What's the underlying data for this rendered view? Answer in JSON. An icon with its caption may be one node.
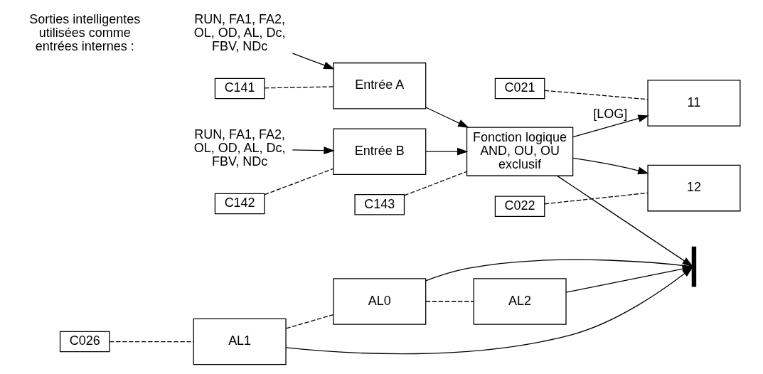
{
  "diagram": {
    "nodes": [
      {
        "text": [
          "RUN, FA1, FA2, OL, OD, AL, Dc, FBV, NDc"
        ]
      },
      {
        "text": [
          "C141"
        ]
      },
      {
        "text": [
          "Entrée A"
        ]
      },
      {
        "text": [
          "RUN, FA1, FA2, OL, OD, AL, Dc, FBV, NDc"
        ]
      },
      {
        "text": [
          "C142"
        ]
      },
      {
        "text": [
          "Entrée B"
        ]
      },
      {
        "text": [
          "C143"
        ]
      },
      {
        "text": [
          "Fonction logique AND, OU, OU exclusif"
        ]
      },
      {
        "text": [
          "C021"
        ]
      },
      {
        "text": [
          "11"
        ]
      },
      {
        "text": [
          "C022"
        ]
      },
      {
        "text": [
          "12"
        ]
      },
      {
        "text": [
          "C026"
        ]
      },
      {
        "text": [
          "AL1"
        ]
      },
      {
        "text": [
          "AL0"
        ]
      },
      {
        "text": [
          "AL2"
        ]
      },
      {
        "text": [],
        "shape": "bar"
      }
    ],
    "edges": [
      {
        "from": 0,
        "to": 2,
        "arrow": "to"
      },
      {
        "from": 1,
        "to": 2,
        "arrow": "none",
        "style": "dashed"
      },
      {
        "from": 3,
        "to": 5,
        "arrow": "to"
      },
      {
        "from": 4,
        "to": 5,
        "arrow": "none",
        "style": "dashed"
      },
      {
        "from": 2,
        "to": 7,
        "arrow": "to"
      },
      {
        "from": 5,
        "to": 7,
        "arrow": "to"
      },
      {
        "from": 6,
        "to": 7,
        "arrow": "none",
        "style": "dashed"
      },
      {
        "from": 7,
        "to": 9,
        "arrow": "to",
        "label": "[LOG]"
      },
      {
        "from": 7,
        "to": 11,
        "arrow": "to"
      },
      {
        "from": 7,
        "to": 16,
        "arrow": "to"
      },
      {
        "from": 8,
        "to": 9,
        "arrow": "none",
        "style": "dashed"
      },
      {
        "from": 10,
        "to": 11,
        "arrow": "none",
        "style": "dashed"
      },
      {
        "from": 12,
        "to": 13,
        "arrow": "none",
        "style": "dashed"
      },
      {
        "from": 13,
        "to": 14,
        "arrow": "none",
        "style": "dashed"
      },
      {
        "from": 14,
        "to": 15,
        "arrow": "none",
        "style": "dashed"
      },
      {
        "from": 13,
        "to": 16,
        "arrow": "to"
      },
      {
        "from": 15,
        "to": 16,
        "arrow": "to"
      },
      {
        "from": 14,
        "to": 16,
        "arrow": "none"
      }
    ],
    "labels": [
      "Sorties intelligentes utilisées comme entrées internes :"
    ]
  }
}
